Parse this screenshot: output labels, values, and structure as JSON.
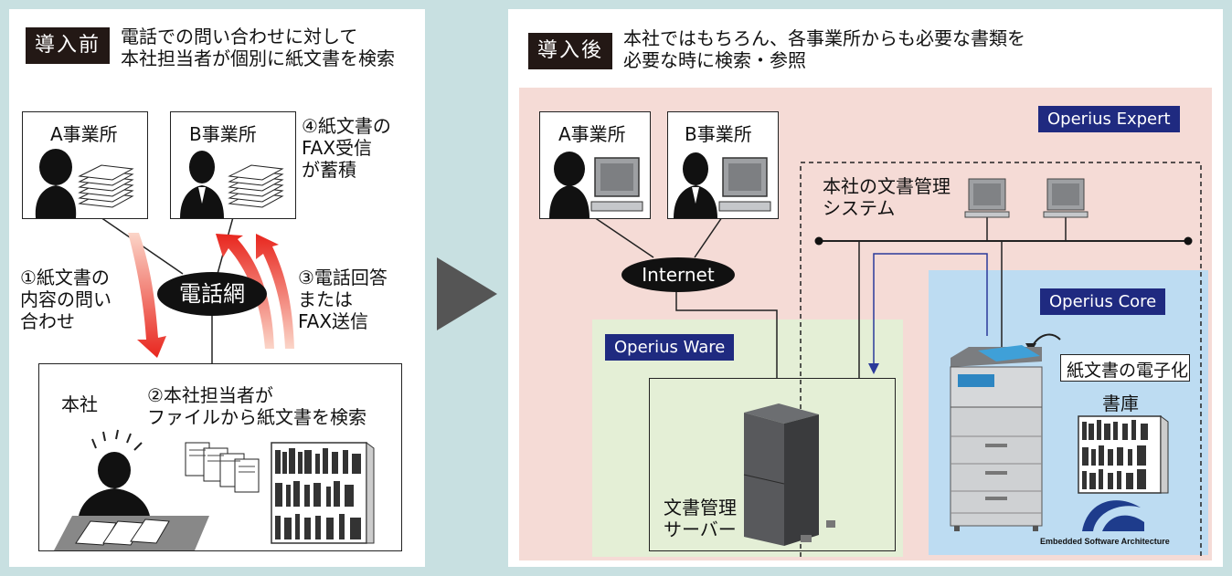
{
  "before": {
    "tag": "導入前",
    "caption": "電話での問い合わせに対して\n本社担当者が個別に紙文書を検索",
    "office_a": "A事業所",
    "office_b": "B事業所",
    "fax_note": "④紙文書の\nFAX受信\nが蓄積",
    "step1": "①紙文書の\n内容の問い\n合わせ",
    "network": "電話網",
    "step3": "③電話回答\nまたは\nFAX送信",
    "hq": "本社",
    "step2": "②本社担当者が\nファイルから紙文書を検索"
  },
  "after": {
    "tag": "導入後",
    "caption": "本社ではもちろん、各事業所からも必要な書類を\n必要な時に検索・参照",
    "office_a": "A事業所",
    "office_b": "B事業所",
    "internet": "Internet",
    "expert": "Operius Expert",
    "hq_system": "本社の文書管理\nシステム",
    "core": "Operius Core",
    "ware": "Operius Ware",
    "digitize": "紙文書の電子化",
    "archive": "書庫",
    "server": "文書管理\nサーバー",
    "esa": "Embedded Software Architecture"
  },
  "colors": {
    "expert_bg": "#f5dbd6",
    "ware_bg": "#e4efd6",
    "core_bg": "#bddcf2",
    "navy": "#1f2a80"
  }
}
